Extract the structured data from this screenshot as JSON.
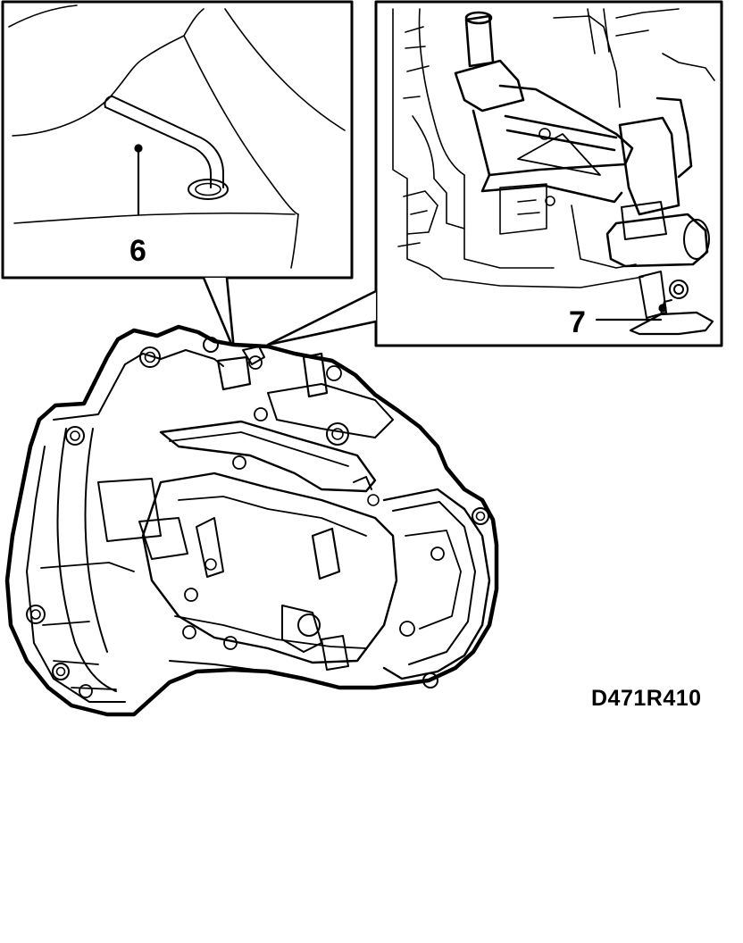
{
  "callouts": {
    "breather_tube": "6",
    "drain_plug": "7"
  },
  "figure_code": "D471R410"
}
